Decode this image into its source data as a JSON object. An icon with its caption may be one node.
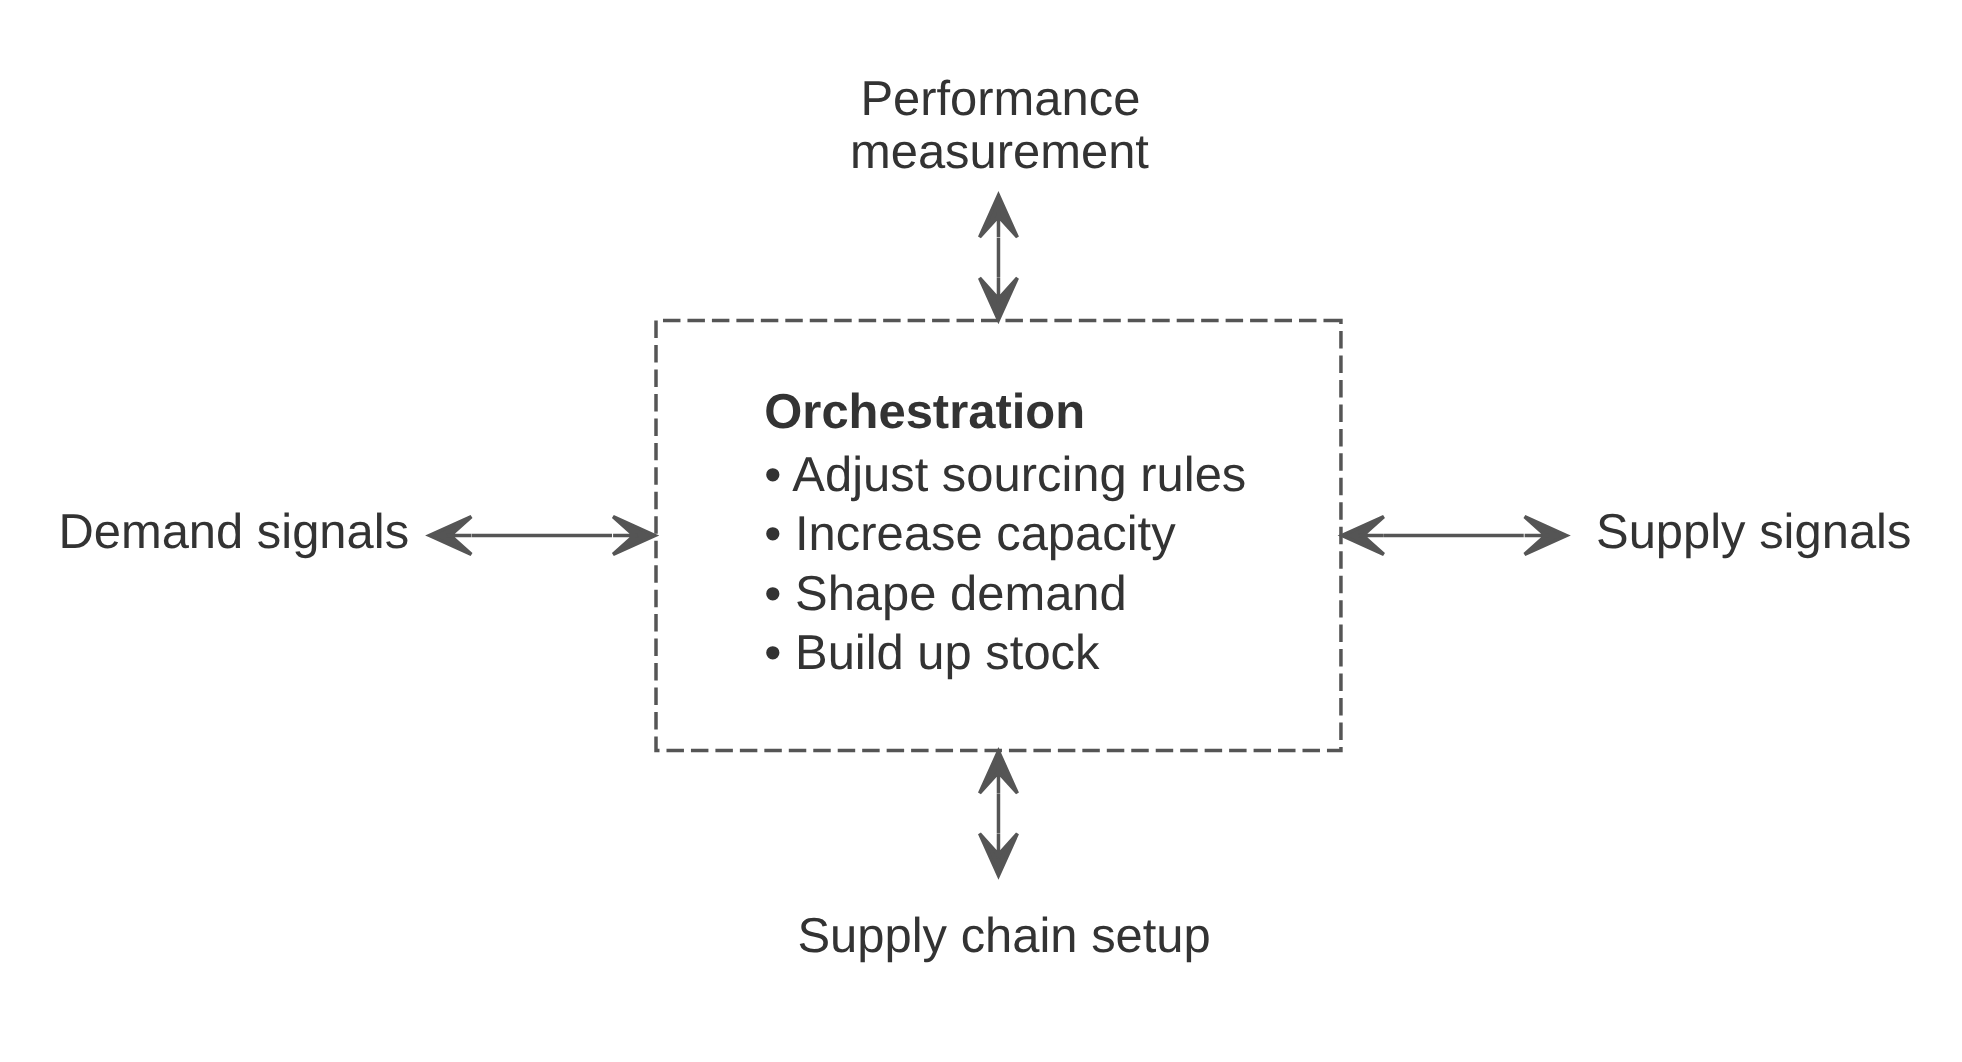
{
  "diagram": {
    "nodes": [
      {
        "text": [
          "Performance measurement"
        ]
      },
      {
        "text": [
          "Orchestration",
          "• Adjust sourcing rules",
          "• Increase capacity",
          "• Shape demand",
          "• Build up stock"
        ]
      },
      {
        "text": [
          "Demand signals"
        ]
      },
      {
        "text": [
          "Supply signals"
        ]
      },
      {
        "text": [
          "Supply chain setup"
        ]
      }
    ],
    "edges": [
      {
        "from": 0,
        "to": 1,
        "arrow": "both"
      },
      {
        "from": 2,
        "to": 1,
        "arrow": "both"
      },
      {
        "from": 1,
        "to": 3,
        "arrow": "both"
      },
      {
        "from": 1,
        "to": 4,
        "arrow": "both"
      }
    ]
  }
}
